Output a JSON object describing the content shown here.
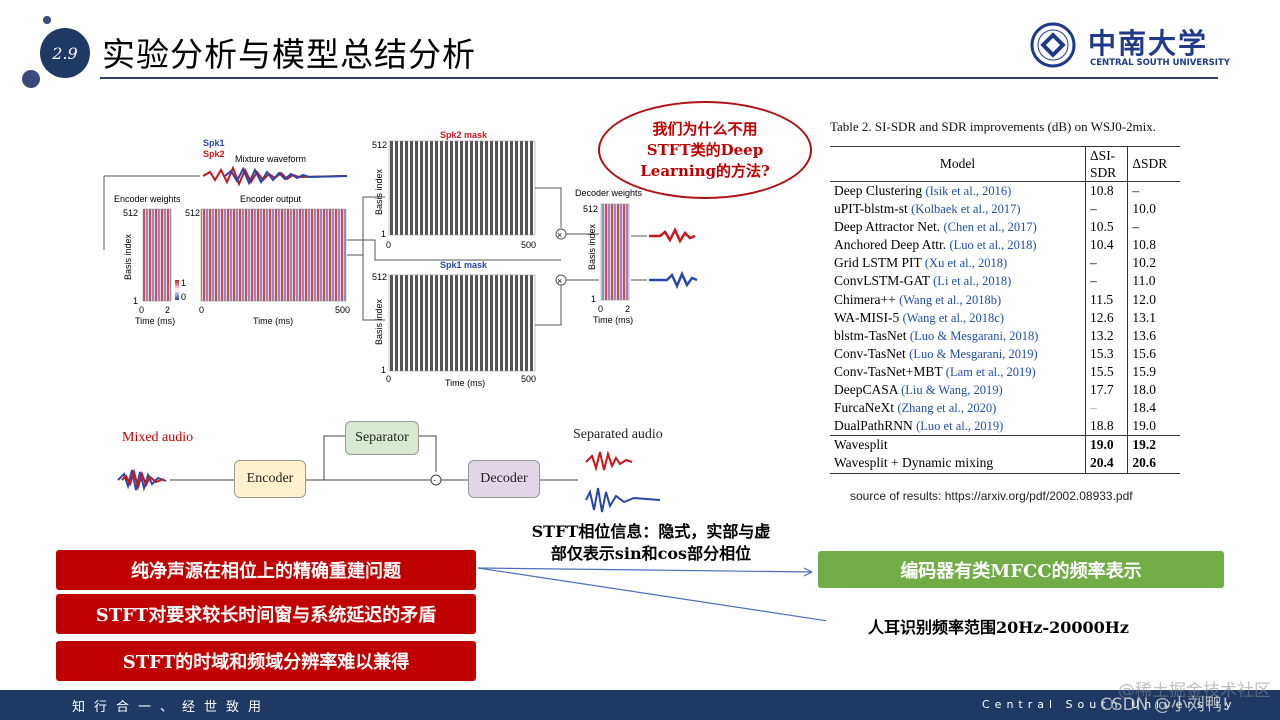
{
  "header": {
    "section_number": "2.9",
    "title": "实验分析与模型总结分析",
    "university_cn": "中南大学",
    "university_en": "CENTRAL SOUTH UNIVERSITY"
  },
  "figure": {
    "spk1": "Spk1",
    "spk2": "Spk2",
    "mixture_waveform": "Mixture waveform",
    "encoder_weights": "Encoder weights",
    "encoder_output": "Encoder output",
    "decoder_weights": "Decoder weights",
    "spk2_mask": "Spk2 mask",
    "spk1_mask": "Spk1 mask",
    "basis_index": "Basis index",
    "time_ms": "Time (ms)",
    "tick_512": "512",
    "tick_1": "1",
    "tick_0": "0",
    "tick_2": "2",
    "tick_500": "500",
    "cbar_1": "1",
    "cbar_0": "0",
    "times_symbol": "×"
  },
  "pipeline": {
    "mixed_audio": "Mixed audio",
    "encoder": "Encoder",
    "separator": "Separator",
    "decoder": "Decoder",
    "separated_audio": "Separated audio",
    "dot_symbol": "·"
  },
  "callout": {
    "line1": "我们为什么不用",
    "line2": "STFT类的Deep",
    "line3": "Learning的方法?"
  },
  "table": {
    "caption": "Table 2. SI-SDR and SDR improvements (dB) on WSJ0-2mix.",
    "headers": [
      "Model",
      "ΔSI-SDR",
      "ΔSDR"
    ],
    "header_si_line1": "ΔSI-",
    "header_si_line2": "SDR",
    "rows": [
      {
        "model": "Deep Clustering",
        "cite": "(Isik et al., 2016)",
        "si": "10.8",
        "sdr": "–"
      },
      {
        "model": "uPIT-blstm-st",
        "cite": "(Kolbaek et al., 2017)",
        "si": "–",
        "sdr": "10.0"
      },
      {
        "model": "Deep Attractor Net.",
        "cite": "(Chen et al., 2017)",
        "si": "10.5",
        "sdr": "–"
      },
      {
        "model": "Anchored Deep Attr.",
        "cite": "(Luo et al., 2018)",
        "si": "10.4",
        "sdr": "10.8"
      },
      {
        "model": "Grid LSTM PIT",
        "cite": "(Xu et al., 2018)",
        "si": "–",
        "sdr": "10.2"
      },
      {
        "model": "ConvLSTM-GAT",
        "cite": "(Li et al., 2018)",
        "si": "–",
        "sdr": "11.0"
      },
      {
        "model": "Chimera++",
        "cite": "(Wang et al., 2018b)",
        "si": "11.5",
        "sdr": "12.0"
      },
      {
        "model": "WA-MISI-5",
        "cite": "(Wang et al., 2018c)",
        "si": "12.6",
        "sdr": "13.1"
      },
      {
        "model": "blstm-TasNet",
        "cite": "(Luo & Mesgarani, 2018)",
        "si": "13.2",
        "sdr": "13.6"
      },
      {
        "model": "Conv-TasNet",
        "cite": "(Luo & Mesgarani, 2019)",
        "si": "15.3",
        "sdr": "15.6"
      },
      {
        "model": "Conv-TasNet+MBT",
        "cite": "(Lam et al., 2019)",
        "si": "15.5",
        "sdr": "15.9"
      },
      {
        "model": "DeepCASA",
        "cite": "(Liu & Wang, 2019)",
        "si": "17.7",
        "sdr": "18.0"
      },
      {
        "model": "FurcaNeXt",
        "cite": "(Zhang et al., 2020)",
        "si": "–",
        "sdr": "18.4"
      },
      {
        "model": "DualPathRNN",
        "cite": "(Luo et al., 2019)",
        "si": "18.8",
        "sdr": "19.0"
      },
      {
        "model": "Wavesplit",
        "cite": "",
        "si": "19.0",
        "sdr": "19.2"
      },
      {
        "model": "Wavesplit + Dynamic mixing",
        "cite": "",
        "si": "20.4",
        "sdr": "20.6"
      }
    ],
    "source": "source of results: https://arxiv.org/pdf/2002.08933.pdf"
  },
  "notes": {
    "phase_line1": "STFT相位信息：隐式，实部与虚",
    "phase_line2": "部仅表示sin和cos部分相位",
    "hearing_range": "人耳识别频率范围20Hz-20000Hz"
  },
  "red_boxes": [
    "纯净声源在相位上的精确重建问题",
    "STFT对要求较长时间窗与系统延迟的矛盾",
    "STFT的时域和频域分辨率难以兼得"
  ],
  "green_box": "编码器有类MFCC的频率表示",
  "footer": {
    "left": "知行合一、经世致用",
    "right": "Central South University",
    "watermark1": "@稀土掘金技术社区",
    "watermark2": "CSDN @小刘鸭!"
  },
  "colors": {
    "navy": "#1f3864",
    "red": "#c00000",
    "green": "#70ad47",
    "cite_blue": "#1f4ea8"
  }
}
